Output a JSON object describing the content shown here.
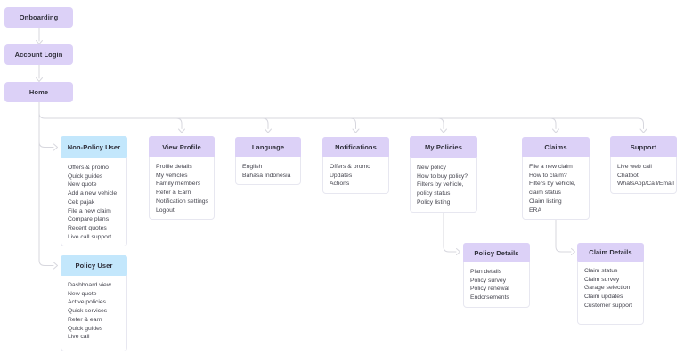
{
  "title": "App sitemap flowchart",
  "colors": {
    "purple": "#dcd1f7",
    "blue": "#c3e7fc",
    "line": "#d7d7de",
    "header_text": "#2f2f3a",
    "body_text": "#45454f",
    "card_border": "#e7e7f0"
  },
  "nodes": {
    "onboarding": "Onboarding",
    "account_login": "Account Login",
    "home": "Home"
  },
  "cards": {
    "non_policy_user": {
      "title": "Non-Policy User",
      "items": [
        "Offers & promo",
        "Quick guides",
        "New quote",
        "Add a new vehicle",
        "Cek pajak",
        "File a new claim",
        "Compare plans",
        "Recent quotes",
        "Live call support"
      ]
    },
    "view_profile": {
      "title": "View Profile",
      "items": [
        "Profile details",
        "My vehicles",
        "Family members",
        "Refer & Earn",
        "Notification settings",
        "Logout"
      ]
    },
    "language": {
      "title": "Language",
      "items": [
        "English",
        "Bahasa Indonesia"
      ]
    },
    "notifications": {
      "title": "Notifications",
      "items": [
        "Offers & promo",
        "Updates",
        "Actions"
      ]
    },
    "my_policies": {
      "title": "My Policies",
      "items": [
        "New policy",
        "How to buy policy?",
        "Filters by vehicle, policy status",
        "Policy listing"
      ]
    },
    "claims": {
      "title": "Claims",
      "items": [
        "File a new claim",
        "How to claim?",
        "Filters by vehicle, claim status",
        "Claim listing",
        "ERA"
      ]
    },
    "support": {
      "title": "Support",
      "items": [
        "Live web call",
        "Chatbot",
        "WhatsApp/Call/Email"
      ]
    },
    "policy_user": {
      "title": "Policy User",
      "items": [
        "Dashboard view",
        "New quote",
        "Active policies",
        "Quick services",
        "Refer & earn",
        "Quick guides",
        "Live call"
      ]
    },
    "policy_details": {
      "title": "Policy Details",
      "items": [
        "Plan details",
        "Policy survey",
        "Policy renewal",
        "Endorsements"
      ]
    },
    "claim_details": {
      "title": "Claim Details",
      "items": [
        "Claim status",
        "Claim survey",
        "Garage selection",
        "Claim updates",
        "Customer support"
      ]
    }
  }
}
